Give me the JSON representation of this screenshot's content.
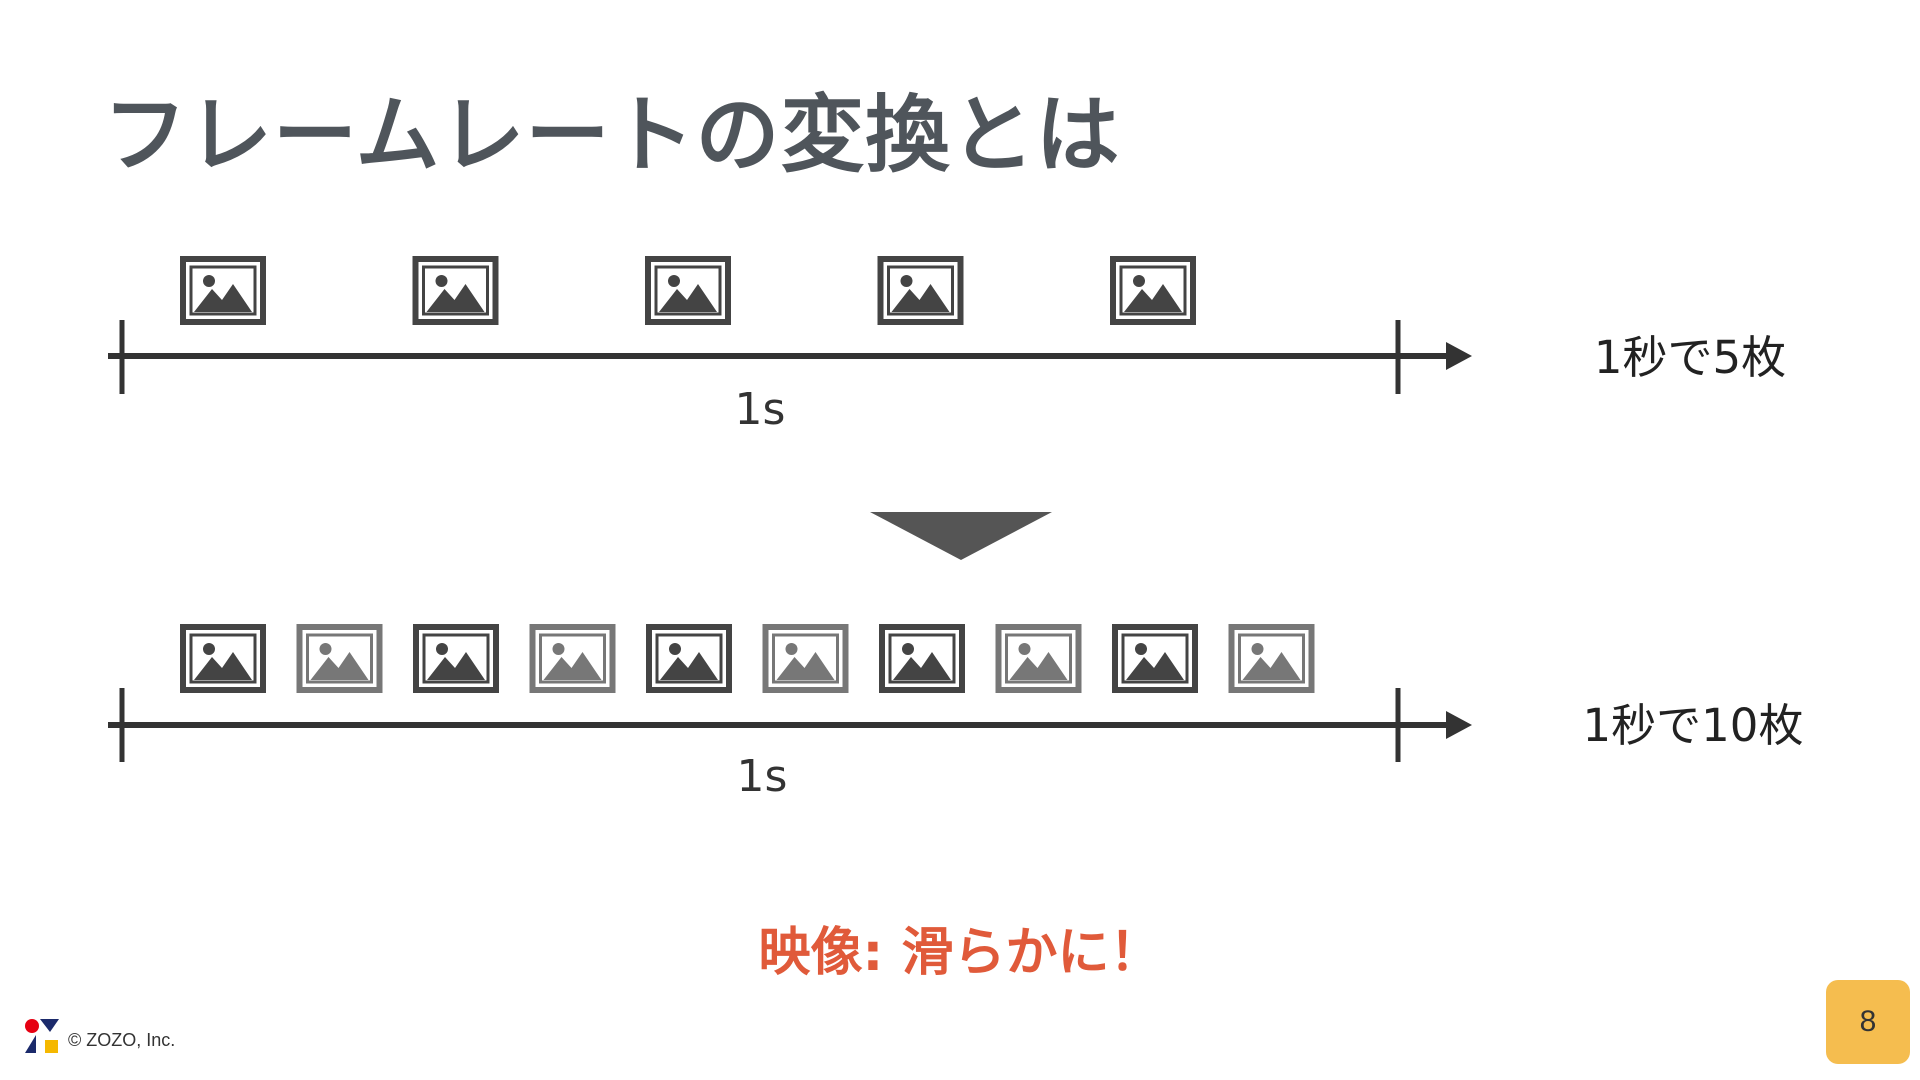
{
  "slide": {
    "title": "フレームレートの変換とは",
    "conclusion": "映像: 滑らかに！",
    "copyright": "© ZOZO, Inc.",
    "page_number": "8"
  },
  "diagram": {
    "top_timeline": {
      "duration_label": "1s",
      "rate_label": "1秒で5枚",
      "frames": [
        {
          "kind": "original"
        },
        {
          "kind": "original"
        },
        {
          "kind": "original"
        },
        {
          "kind": "original"
        },
        {
          "kind": "original"
        }
      ]
    },
    "bottom_timeline": {
      "duration_label": "1s",
      "rate_label": "1秒で10枚",
      "frames": [
        {
          "kind": "original"
        },
        {
          "kind": "interpolated"
        },
        {
          "kind": "original"
        },
        {
          "kind": "interpolated"
        },
        {
          "kind": "original"
        },
        {
          "kind": "interpolated"
        },
        {
          "kind": "original"
        },
        {
          "kind": "interpolated"
        },
        {
          "kind": "original"
        },
        {
          "kind": "interpolated"
        }
      ]
    }
  },
  "colors": {
    "title": "#4f555b",
    "axis": "#333333",
    "arrow_down": "#555555",
    "frame_original": "#444444",
    "frame_interpolated": "#777777",
    "conclusion": "#e05a3a",
    "page_badge": "#f5bd4f",
    "logo_red": "#e60012",
    "logo_navy": "#1b2a6b",
    "logo_yellow": "#f5b800"
  },
  "icons": {
    "frame": "image-icon",
    "transition": "triangle-down-icon",
    "logo": "zozo-logo"
  }
}
